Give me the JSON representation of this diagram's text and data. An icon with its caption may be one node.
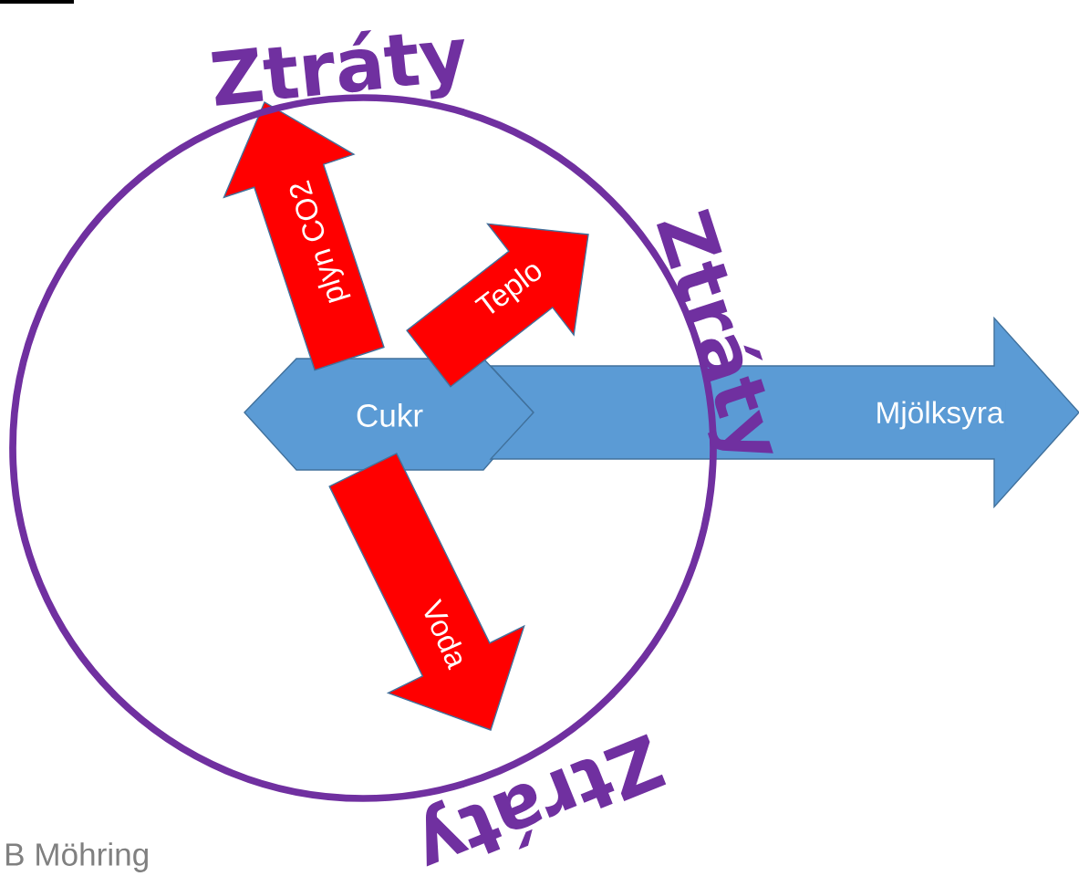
{
  "diagram": {
    "nodes": [
      {
        "text": [
          "Ztráty",
          "Ztráty",
          "Ztráty"
        ]
      },
      {
        "text": [
          "Cukr"
        ],
        "in": 0
      }
    ],
    "edges": [
      {
        "from": 1,
        "to": null,
        "arrow": "to",
        "label": "plyn CO2"
      },
      {
        "from": 1,
        "to": null,
        "arrow": "to",
        "label": "Teplo"
      },
      {
        "from": 1,
        "to": null,
        "arrow": "to",
        "label": "Voda"
      },
      {
        "from": 1,
        "to": null,
        "arrow": "to",
        "label": "Mjölksyra",
        "color": "#5b9bd5"
      }
    ],
    "labels": [
      "B Möhring"
    ]
  }
}
